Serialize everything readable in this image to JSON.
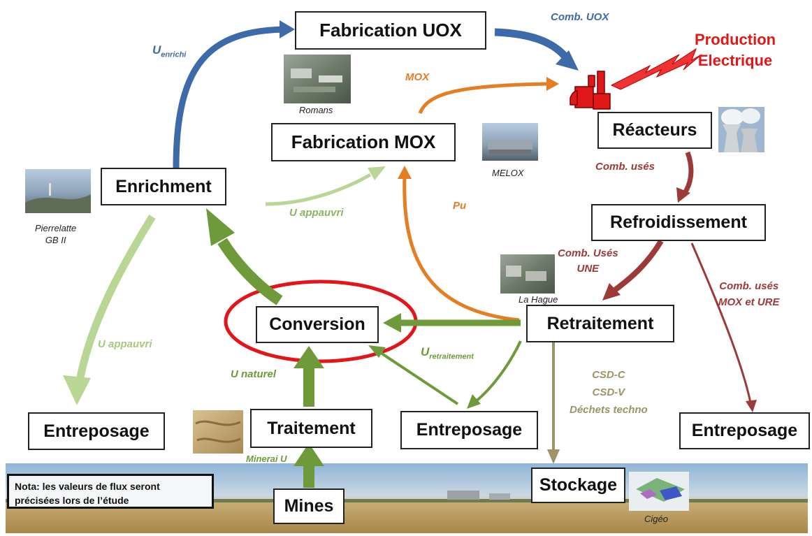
{
  "boxes": {
    "fabrication_uox": "Fabrication UOX",
    "fabrication_mox": "Fabrication MOX",
    "reacteurs": "Réacteurs",
    "enrichment": "Enrichment",
    "refroidissement": "Refroidissement",
    "conversion": "Conversion",
    "retraitement": "Retraitement",
    "entreposage_left": "Entreposage",
    "traitement": "Traitement",
    "entreposage_middle": "Entreposage",
    "entreposage_right": "Entreposage",
    "stockage": "Stockage",
    "mines": "Mines"
  },
  "production": {
    "line1": "Production",
    "line2": "Electrique"
  },
  "flows": {
    "u_enrichi": "U",
    "u_enrichi_sub": "enrichi",
    "comb_uox": "Comb. UOX",
    "mox": "MOX",
    "comb_uses": "Comb. usés",
    "u_appauvri_mid": "U appauvri",
    "pu": "Pu",
    "comb_uses_une_1": "Comb. Usés",
    "comb_uses_une_2": "UNE",
    "comb_uses_mox_1": "Comb. usés",
    "comb_uses_mox_2": "MOX et URE",
    "u_appauvri_left": "U appauvri",
    "u_retraitement": "U",
    "u_retraitement_sub": "retraitement",
    "u_naturel": "U naturel",
    "csd_c": "CSD-C",
    "csd_v": "CSD-V",
    "dechets_techno": "Déchets techno",
    "minerai_u": "Minerai U"
  },
  "captions": {
    "romans": "Romans",
    "melox": "MELOX",
    "pierrelatte_1": "Pierrelatte",
    "pierrelatte_2": "GB II",
    "la_hague": "La Hague",
    "cigeo": "Cigéo"
  },
  "note": {
    "line1": "Nota: les valeurs de flux seront",
    "line2": "précisées lors de l’étude"
  },
  "colors": {
    "blue_flow": "#3d6aa8",
    "orange_flow": "#e57e23",
    "dark_red_flow": "#9c3a3a",
    "green_flow": "#6e9a3a",
    "light_green_flow": "#b9d694",
    "khaki_flow": "#9c9466",
    "highlight_ellipse": "#e3141a",
    "production_red": "#e01818"
  },
  "icons": [
    "reactor-icon",
    "lightning-icon",
    "cooling-tower-photo",
    "site-photo"
  ]
}
